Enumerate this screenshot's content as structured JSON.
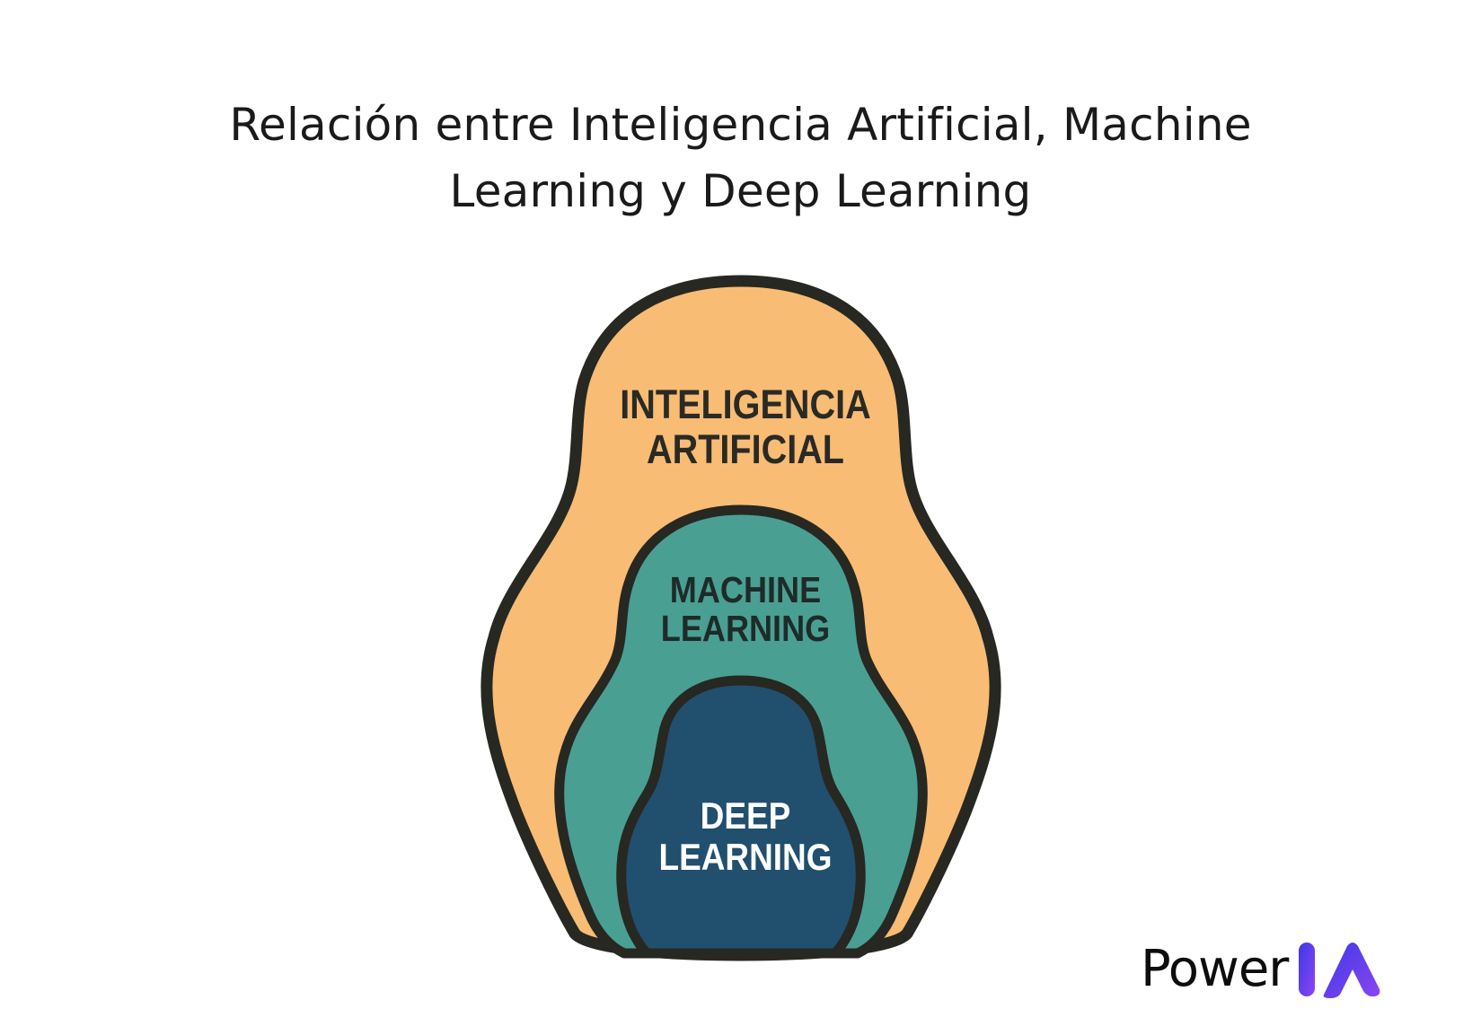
{
  "title": {
    "line1": "Relación entre Inteligencia Artificial, Machine",
    "line2": "Learning y Deep Learning"
  },
  "layers": {
    "ai": {
      "line1": "INTELIGENCIA",
      "line2": "ARTIFICIAL",
      "fill": "#F8BC74"
    },
    "ml": {
      "line1": "MACHINE",
      "line2": "LEARNING",
      "fill": "#4A9F93"
    },
    "dl": {
      "line1": "DEEP",
      "line2": "LEARNING",
      "fill": "#214F6E"
    }
  },
  "outline_color": "#262821",
  "brand": {
    "word": "Power",
    "mark_letters": "IA",
    "mark_gradient": [
      "#3D39E6",
      "#8C45F2"
    ]
  }
}
